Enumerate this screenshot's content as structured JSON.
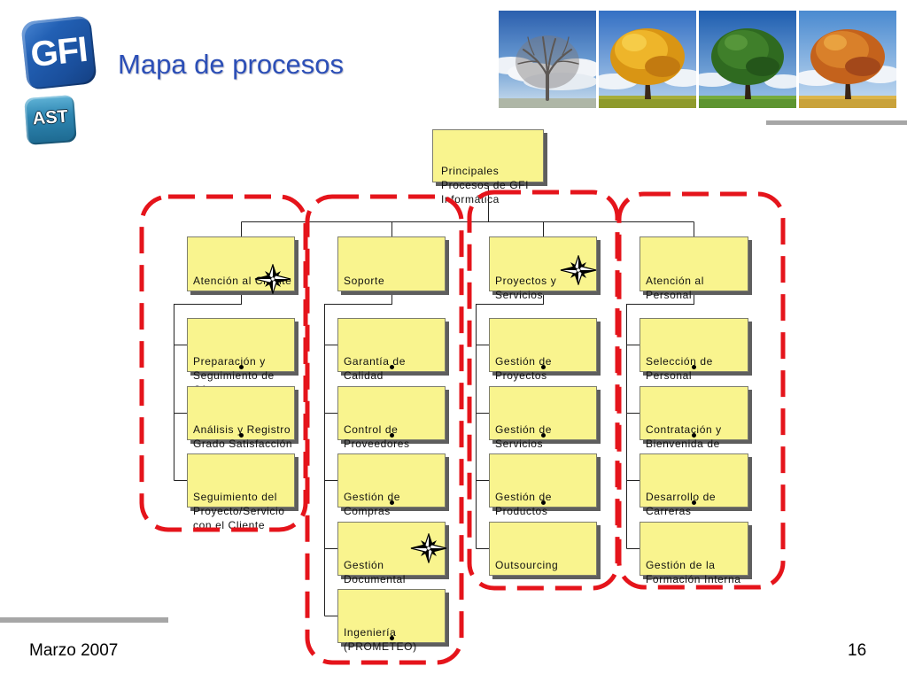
{
  "header": {
    "logo_text": "GFI",
    "sub_logo_text": "AST",
    "title": "Mapa de procesos"
  },
  "process_map": {
    "root": "Principales\nProcesos de GFI\nInformática",
    "groups": [
      {
        "label": "Atención al Cliente",
        "children": [
          "Preparación y\nSeguimiento de\nOfertas",
          "Análisis y Registro\nGrado Satisfacción\nCliente",
          "Seguimiento del\nProyecto/Servicio\ncon el Cliente"
        ]
      },
      {
        "label": "Soporte",
        "children": [
          "Garantía de\nCalidad",
          "Control de\nProveedores",
          "Gestión de\nCompras",
          "Gestión\nDocumental",
          "Ingeniería\n(PROMETEO)"
        ]
      },
      {
        "label": "Proyectos y\nServicios",
        "children": [
          "Gestión de\nProyectos",
          "Gestión de\nServicios",
          "Gestión de\nProductos",
          "Outsourcing"
        ]
      },
      {
        "label": "Atención al\nPersonal",
        "children": [
          "Selección de\nPersonal",
          "Contratación y\nBienvenida de\nPersonal",
          "Desarrollo de\nCarreras",
          "Gestión de la\nFormación Interna"
        ]
      }
    ]
  },
  "footer": {
    "date": "Marzo 2007",
    "page_number": "16"
  },
  "colors": {
    "title": "#2c4fb7",
    "process_box": "#f9f48e",
    "group_outline": "#e5141b"
  }
}
